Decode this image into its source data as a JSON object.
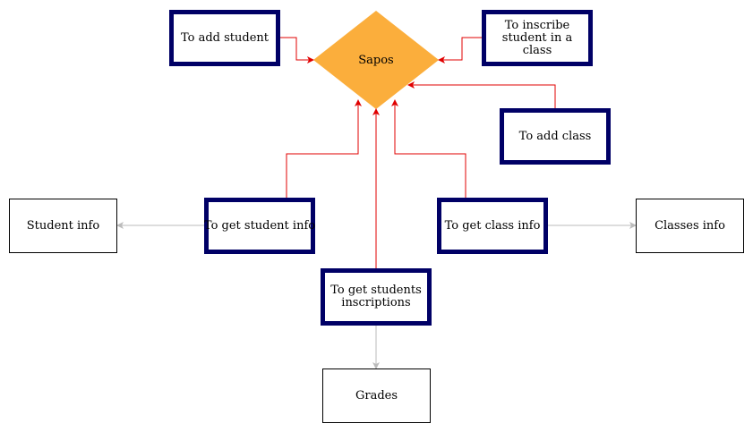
{
  "colors": {
    "diamond_fill": "#FBAE3C",
    "action_border": "#000066",
    "red_edge": "#E00000",
    "gray_edge": "#BBBBBB"
  },
  "center": {
    "label": "Sapos"
  },
  "actions": {
    "add_student": "To add student",
    "inscribe": "To inscribe student in a class",
    "add_class": "To add class",
    "get_student_info": "To get student info",
    "get_class_info": "To get class info",
    "get_inscriptions": "To get students inscriptions"
  },
  "outputs": {
    "student_info": "Student info",
    "classes_info": "Classes info",
    "grades": "Grades"
  }
}
